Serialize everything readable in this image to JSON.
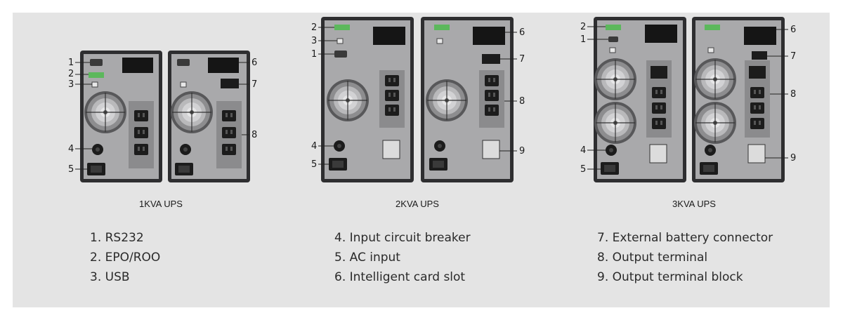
{
  "captions": {
    "ups1": "1KVA UPS",
    "ups2": "2KVA UPS",
    "ups3": "3KVA UPS"
  },
  "callouts": {
    "n1": "1",
    "n2": "2",
    "n3": "3",
    "n4": "4",
    "n5": "5",
    "n6": "6",
    "n7": "7",
    "n8": "8",
    "n9": "9"
  },
  "legend": {
    "col1": [
      "1. RS232",
      "2. EPO/ROO",
      "3. USB"
    ],
    "col2": [
      "4. Input circuit breaker",
      "5. AC input",
      "6. Intelligent card slot"
    ],
    "col3": [
      "7. External battery connector",
      "8. Output terminal",
      "9. Output terminal block"
    ]
  },
  "colors": {
    "panel_bg": "#e4e4e4",
    "chassis": "#2e2e30",
    "backplate": "#a9a9ab",
    "outlet": "#1c1c1c"
  }
}
